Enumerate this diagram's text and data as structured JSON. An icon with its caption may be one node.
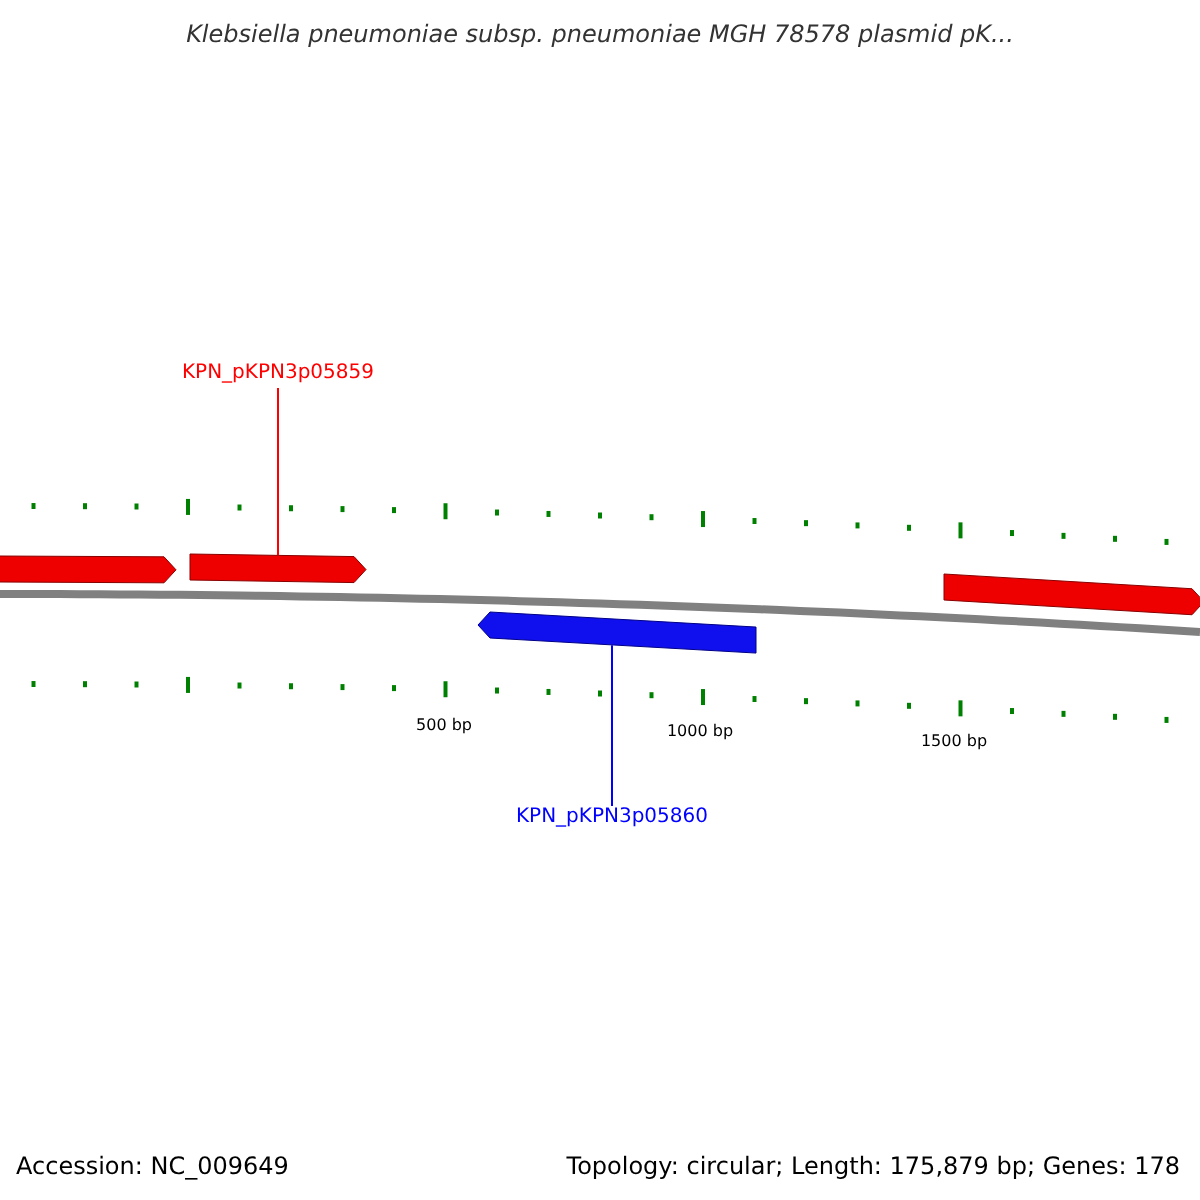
{
  "diagram": {
    "title": "Klebsiella pneumoniae subsp. pneumoniae MGH 78578 plasmid pK...",
    "nodes": [
      {
        "text": [
          "KPN_pKPN3p05859"
        ]
      },
      {
        "text": [],
        "shape": "arrow"
      },
      {
        "text": [],
        "shape": "arrow"
      },
      {
        "text": [],
        "shape": "arrow"
      },
      {
        "text": [],
        "shape": "arrow"
      },
      {
        "text": [
          "KPN_pKPN3p05860"
        ]
      }
    ],
    "edges": [
      {
        "from": 0,
        "to": 2,
        "arrow": "none",
        "color": "#ff0000"
      },
      {
        "from": 5,
        "to": 3,
        "arrow": "none",
        "color": "#0000ff"
      }
    ],
    "labels": [
      "500 bp",
      "1000 bp",
      "1500 bp",
      "Accession: NC_009649",
      "Topology: circular; Length: 175,879 bp; Genes: 178"
    ]
  }
}
